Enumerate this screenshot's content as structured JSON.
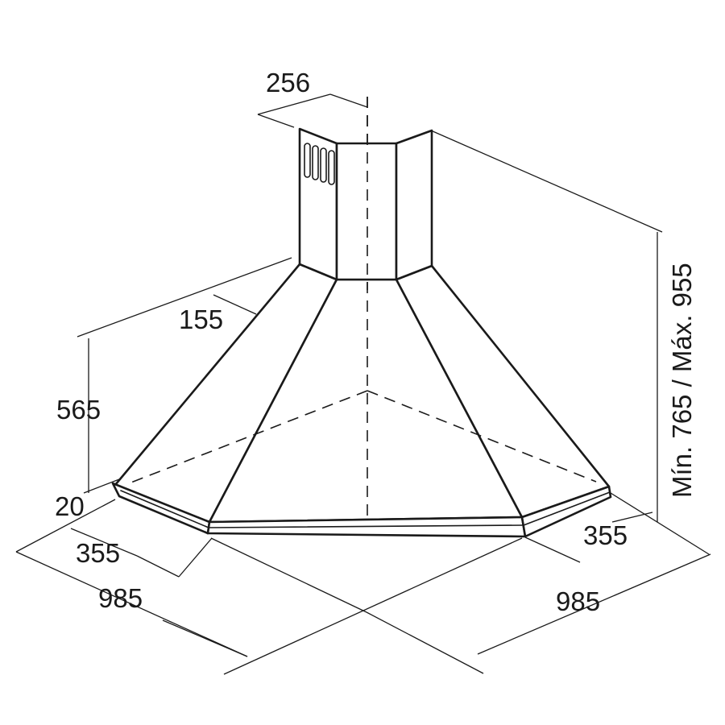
{
  "dimensions": {
    "chimney_width": "256",
    "chimney_depth": "155",
    "hood_height": "565",
    "rim_height": "20",
    "side_left": "355",
    "side_right": "355",
    "width_left": "985",
    "width_right": "985",
    "total_height": "Mín. 765 / Máx. 955"
  }
}
